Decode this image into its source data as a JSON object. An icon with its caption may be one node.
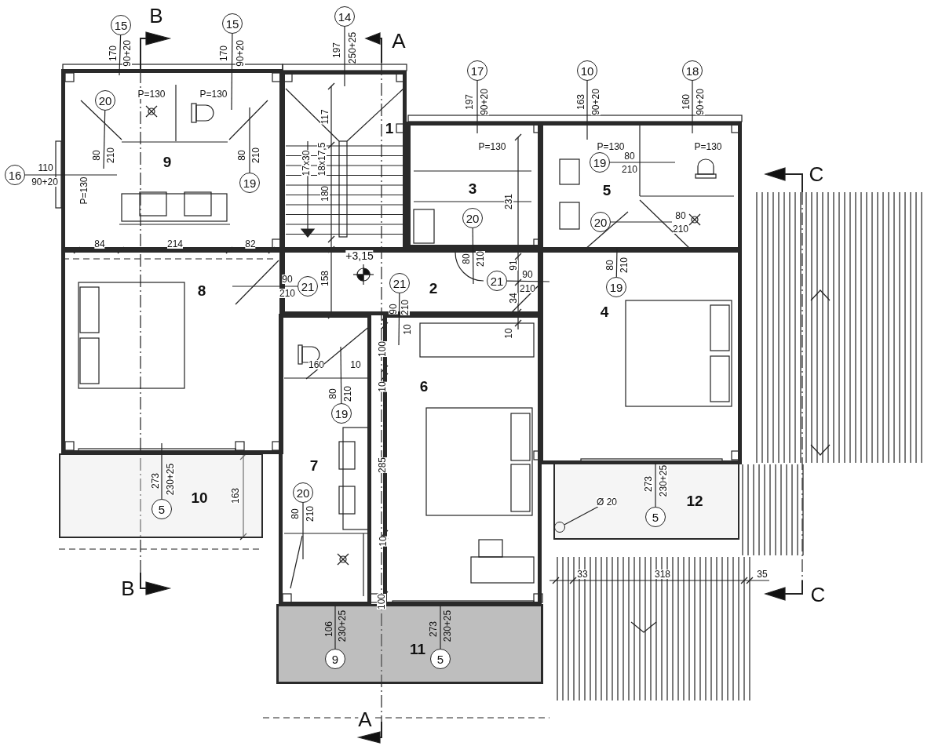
{
  "diagram": {
    "nodes": [
      {
        "text": [
          "15"
        ],
        "beside": [
          "170",
          "90+20"
        ]
      },
      {
        "text": [
          "15"
        ],
        "beside": [
          "170",
          "90+20"
        ]
      },
      {
        "text": [
          "14"
        ],
        "beside": [
          "197",
          "250+25"
        ]
      },
      {
        "text": [
          "17"
        ],
        "beside": [
          "197",
          "90+20"
        ]
      },
      {
        "text": [
          "10"
        ],
        "beside": [
          "163",
          "90+20"
        ]
      },
      {
        "text": [
          "18"
        ],
        "beside": [
          "160",
          "90+20"
        ]
      },
      {
        "text": [
          "20"
        ],
        "beside": [
          "80",
          "210"
        ]
      },
      {
        "text": [
          "19"
        ],
        "beside": [
          "80",
          "210"
        ]
      },
      {
        "text": [
          "16"
        ],
        "beside": [
          "110",
          "90+20"
        ]
      },
      {
        "text": [
          "19"
        ],
        "beside": [
          "80",
          "210"
        ]
      },
      {
        "text": [
          "20"
        ],
        "beside": [
          "80",
          "210"
        ]
      },
      {
        "text": [
          "20"
        ],
        "beside": [
          "80",
          "210"
        ]
      },
      {
        "text": [
          "21"
        ],
        "beside": [
          "90",
          "210"
        ]
      },
      {
        "text": [
          "19"
        ],
        "beside": [
          "80",
          "210"
        ]
      },
      {
        "text": [
          "21"
        ],
        "beside": [
          "90",
          "210"
        ]
      },
      {
        "text": [
          "21"
        ],
        "beside": [
          "90",
          "210"
        ]
      },
      {
        "text": [
          "19"
        ],
        "beside": [
          "80",
          "210"
        ]
      },
      {
        "text": [
          "20"
        ],
        "beside": [
          "80",
          "210"
        ]
      },
      {
        "text": [
          "5"
        ],
        "beside": [
          "273",
          "230+25"
        ]
      },
      {
        "text": [
          "5"
        ],
        "beside": [
          "273",
          "230+25"
        ]
      },
      {
        "text": [
          "9"
        ],
        "beside": [
          "106",
          "230+25"
        ]
      },
      {
        "text": [
          "5"
        ],
        "beside": [
          "273",
          "230+25"
        ]
      },
      {
        "text": [
          "Ø 20"
        ]
      },
      {
        "text": [],
        "shape": "circle"
      },
      {
        "text": [],
        "shape": "stairs"
      }
    ],
    "edges": [
      {
        "from": 0,
        "to": null,
        "arrow": "none"
      },
      {
        "from": 1,
        "to": null,
        "arrow": "none"
      },
      {
        "from": 2,
        "to": 24,
        "arrow": "none"
      },
      {
        "from": 3,
        "to": null,
        "arrow": "none"
      },
      {
        "from": 4,
        "to": null,
        "arrow": "none"
      },
      {
        "from": 5,
        "to": null,
        "arrow": "none"
      },
      {
        "from": 6,
        "to": null,
        "arrow": "none"
      },
      {
        "from": 7,
        "to": null,
        "arrow": "none"
      },
      {
        "from": 8,
        "to": null,
        "arrow": "none"
      },
      {
        "from": 9,
        "to": null,
        "arrow": "none"
      },
      {
        "from": 10,
        "to": null,
        "arrow": "none"
      },
      {
        "from": 11,
        "to": null,
        "arrow": "none"
      },
      {
        "from": 12,
        "to": null,
        "arrow": "none"
      },
      {
        "from": 13,
        "to": null,
        "arrow": "none"
      },
      {
        "from": 14,
        "to": null,
        "arrow": "none"
      },
      {
        "from": 15,
        "to": null,
        "arrow": "none"
      },
      {
        "from": 16,
        "to": null,
        "arrow": "none"
      },
      {
        "from": 17,
        "to": null,
        "arrow": "none"
      },
      {
        "from": 18,
        "to": null,
        "arrow": "none"
      },
      {
        "from": 19,
        "to": null,
        "arrow": "none"
      },
      {
        "from": 20,
        "to": null,
        "arrow": "none"
      },
      {
        "from": 21,
        "to": null,
        "arrow": "none"
      },
      {
        "from": 22,
        "to": 23,
        "arrow": "none"
      }
    ],
    "labels": [
      "B",
      "A",
      "P=130",
      "P=130",
      "117",
      "P=130",
      "17x30",
      "18x17,5",
      "180",
      "P=130",
      "P=130",
      "P=130",
      "C",
      "231",
      "84",
      "214",
      "82",
      "+3,15",
      "158",
      "91",
      "34",
      "10",
      "160",
      "10",
      "100",
      "10",
      "10",
      "285",
      "163",
      "10",
      "33",
      "318",
      "35",
      "B",
      "C",
      "100",
      "A",
      "1",
      "9",
      "3",
      "5",
      "8",
      "2",
      "4",
      "6",
      "7",
      "10",
      "12",
      "11"
    ]
  }
}
